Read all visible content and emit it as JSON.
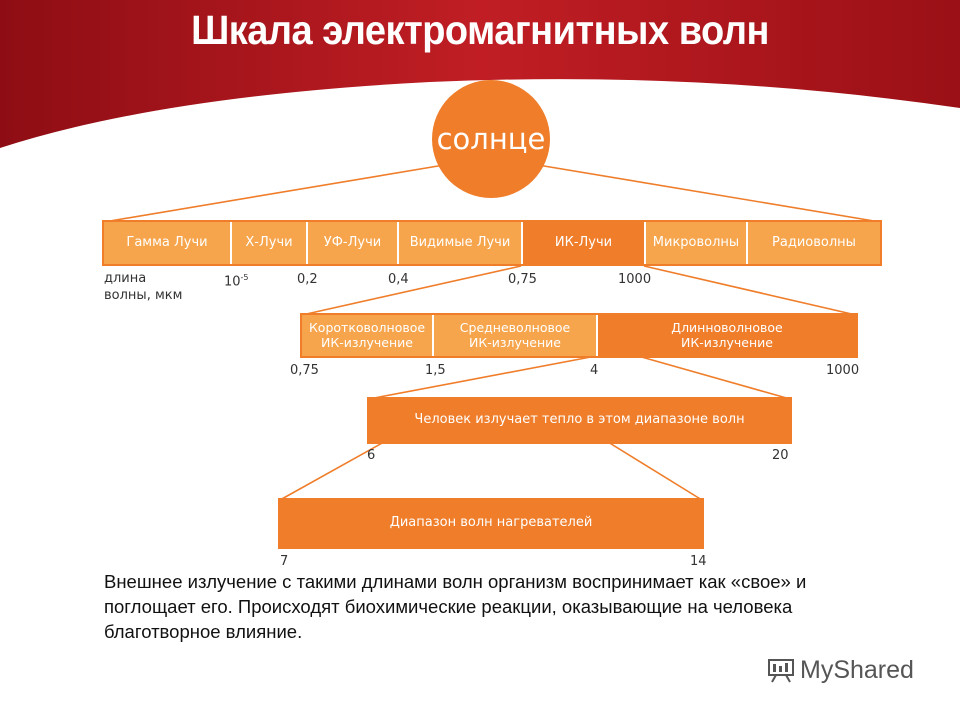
{
  "title": "Шкала электромагнитных волн",
  "sun": "солнце",
  "spectrum": {
    "segments": [
      "Гамма Лучи",
      "Х-Лучи",
      "УФ-Лучи",
      "Видимые Лучи",
      "ИК-Лучи",
      "Микроволны",
      "Радиоволны"
    ],
    "axis_label": "длина\nволны, мкм",
    "ticks": {
      "t1_base": "10",
      "t1_exp": "-5",
      "t2": "0,2",
      "t3": "0,4",
      "t4": "0,75",
      "t5": "1000"
    }
  },
  "ir": {
    "segments": [
      "Коротковолновое\nИК-излучение",
      "Средневолновое\nИК-излучение",
      "Длинноволновое\nИК-излучение"
    ],
    "ticks": [
      "0,75",
      "1,5",
      "4",
      "1000"
    ]
  },
  "human": {
    "label": "Человек излучает тепло в этом диапазоне волн",
    "ticks": [
      "6",
      "20"
    ]
  },
  "heaters": {
    "label": "Диапазон волн нагревателей",
    "ticks": [
      "7",
      "14"
    ]
  },
  "caption": "Внешнее излучение с такими длинами волн организм воспринимает как «свое» и поглощает его. Происходят биохимические реакции, оказывающие на человека благотворное влияние.",
  "logo": {
    "text": "MyShared",
    "icon": "presentation-board-icon"
  },
  "colors": {
    "header_red": "#b01a20",
    "orange_dark": "#ef7d2a",
    "orange_light": "#f6a54c"
  }
}
